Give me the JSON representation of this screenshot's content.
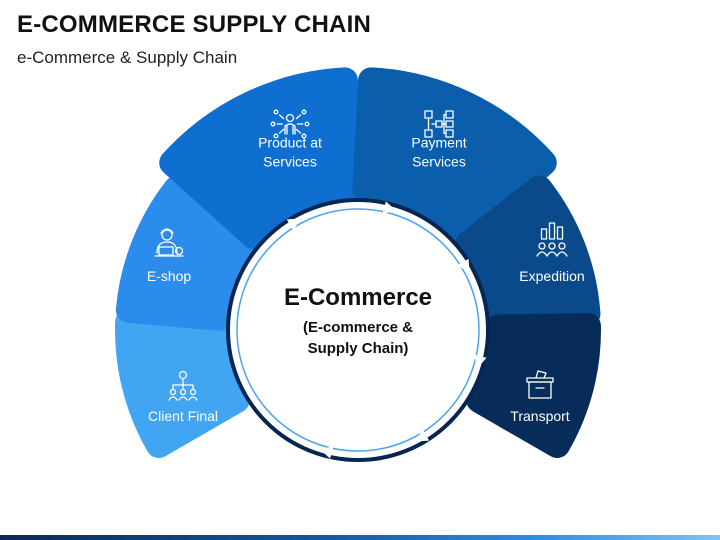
{
  "header": {
    "title": "E-COMMERCE SUPPLY CHAIN",
    "subtitle": "e-Commerce & Supply Chain"
  },
  "center": {
    "title": "E-Commerce",
    "sub_line1": "(E-commerce &",
    "sub_line2": "Supply Chain)"
  },
  "segments": [
    {
      "key": "client-final",
      "label_lines": [
        "Client Final"
      ],
      "icon": "org-chart-icon",
      "color": "#42a5f2"
    },
    {
      "key": "e-shop",
      "label_lines": [
        "E-shop"
      ],
      "icon": "shop-worker-icon",
      "color": "#2b8ceb"
    },
    {
      "key": "product-services",
      "label_lines": [
        "Product at",
        "Services"
      ],
      "icon": "network-person-icon",
      "color": "#0f6fd0"
    },
    {
      "key": "payment-services",
      "label_lines": [
        "Payment",
        "Services"
      ],
      "icon": "flowchart-icon",
      "color": "#0a5eab"
    },
    {
      "key": "expedition",
      "label_lines": [
        "Expedition"
      ],
      "icon": "group-growth-icon",
      "color": "#0a4a8a"
    },
    {
      "key": "transport",
      "label_lines": [
        "Transport"
      ],
      "icon": "delivery-box-icon",
      "color": "#082c59"
    }
  ],
  "colors": {
    "ring": "#062652",
    "ring_light": "#4aa5ee",
    "text_dark": "#111111"
  }
}
